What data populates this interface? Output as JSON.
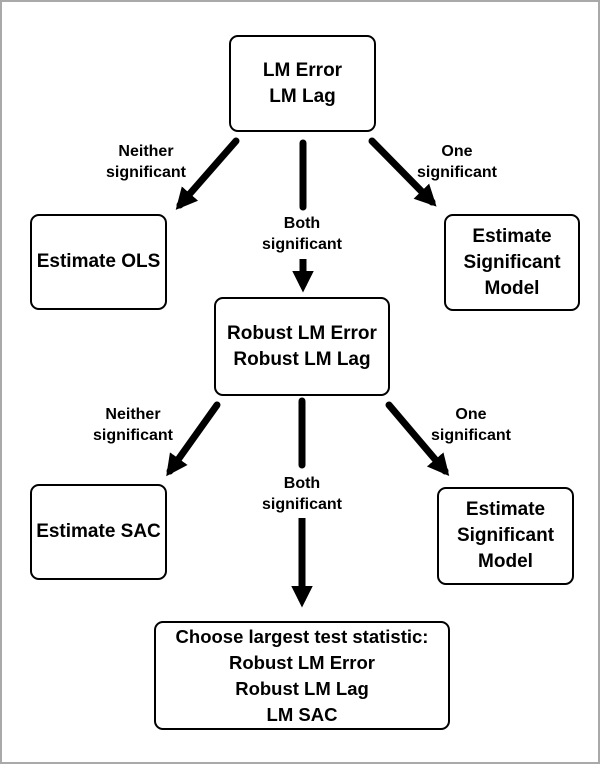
{
  "colors": {
    "ink": "#000000",
    "background": "#ffffff",
    "frame": "#a9a9a9"
  },
  "diagram": {
    "type": "flowchart",
    "nodes": {
      "lm_tests": {
        "lines": [
          "LM Error",
          "LM Lag"
        ]
      },
      "estimate_ols": {
        "lines": [
          "Estimate OLS"
        ]
      },
      "estimate_sig_1": {
        "lines": [
          "Estimate",
          "Significant",
          "Model"
        ]
      },
      "robust_lm": {
        "lines": [
          "Robust LM Error",
          "Robust LM Lag"
        ]
      },
      "estimate_sac": {
        "lines": [
          "Estimate SAC"
        ]
      },
      "estimate_sig_2": {
        "lines": [
          "Estimate",
          "Significant",
          "Model"
        ]
      },
      "choose_largest": {
        "lines": [
          "Choose largest test statistic:",
          "Robust LM Error",
          "Robust LM Lag",
          "LM SAC"
        ]
      }
    },
    "edge_labels": {
      "neither_1": [
        "Neither",
        "significant"
      ],
      "both_1": [
        "Both",
        "significant"
      ],
      "one_1": [
        "One",
        "significant"
      ],
      "neither_2": [
        "Neither",
        "significant"
      ],
      "both_2": [
        "Both",
        "significant"
      ],
      "one_2": [
        "One",
        "significant"
      ]
    }
  }
}
